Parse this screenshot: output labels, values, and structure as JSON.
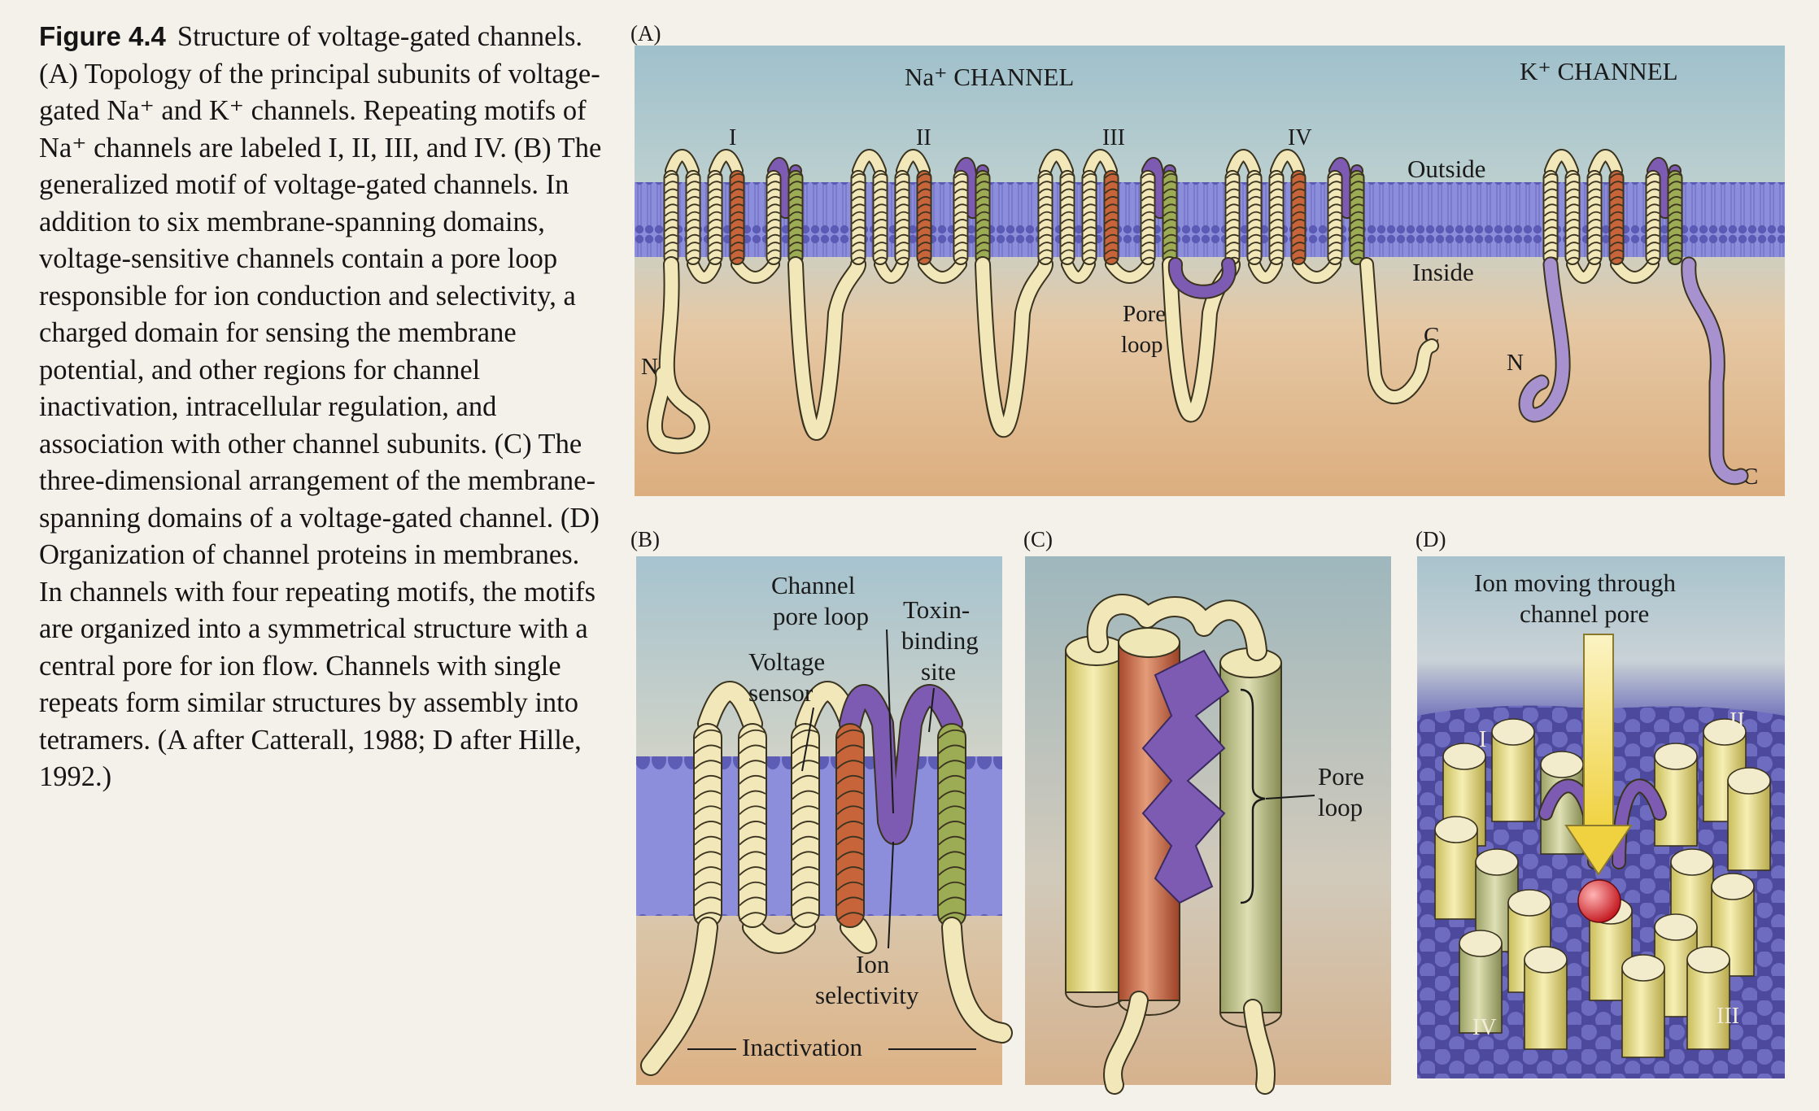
{
  "caption": {
    "figure_label": "Figure 4.4",
    "text": "Structure of voltage-gated channels. (A) Topology of the principal subunits of voltage-gated Na⁺ and K⁺ channels. Repeating motifs of Na⁺ channels are labeled I, II, III, and IV. (B) The generalized motif of voltage-gated channels. In addition to six membrane-spanning domains, voltage-sensitive channels contain a pore loop responsible for ion conduction and selectivity, a charged domain for sensing the membrane potential, and other regions for channel inactivation, intracellular regulation, and association with other channel subunits. (C) The three-dimensional arrangement of the membrane-spanning domains of a voltage-gated channel. (D) Organization of channel proteins in membranes. In channels with four repeating motifs, the motifs are organized into a symmetrical structure with a central pore for ion flow. Channels with single repeats form similar structures by assembly into tetramers. (A after Catterall, 1988; D after Hille, 1992.)"
  },
  "panel_a": {
    "letter": "(A)",
    "na_title": "Na⁺ CHANNEL",
    "k_title": "K⁺ CHANNEL",
    "motifs": [
      "I",
      "II",
      "III",
      "IV"
    ],
    "outside": "Outside",
    "inside": "Inside",
    "pore_loop": [
      "Pore",
      "loop"
    ],
    "n_label": "N",
    "c_label": "C",
    "k_n_label": "N",
    "k_c_label": "C"
  },
  "panel_b": {
    "letter": "(B)",
    "channel_pore_loop": [
      "Channel",
      "pore loop"
    ],
    "toxin_binding_site": [
      "Toxin-",
      "binding",
      "site"
    ],
    "voltage_sensor": [
      "Voltage",
      "sensor"
    ],
    "ion_selectivity": [
      "Ion",
      "selectivity"
    ],
    "inactivation": "Inactivation"
  },
  "panel_c": {
    "letter": "(C)",
    "pore_loop": [
      "Pore",
      "loop"
    ]
  },
  "panel_d": {
    "letter": "(D)",
    "ion_moving": [
      "Ion moving through",
      "channel pore"
    ],
    "motifs": [
      "I",
      "II",
      "III",
      "IV"
    ]
  },
  "colors": {
    "membrane": "#6e6fc6",
    "helix": "#f1e7b8",
    "voltage_sensor": "#c8643a",
    "pore_helix": "#9cac55",
    "pore_loop": "#7d5bb3",
    "water_top": "#a9c5d0",
    "cytoplasm": "#e1b98e"
  }
}
